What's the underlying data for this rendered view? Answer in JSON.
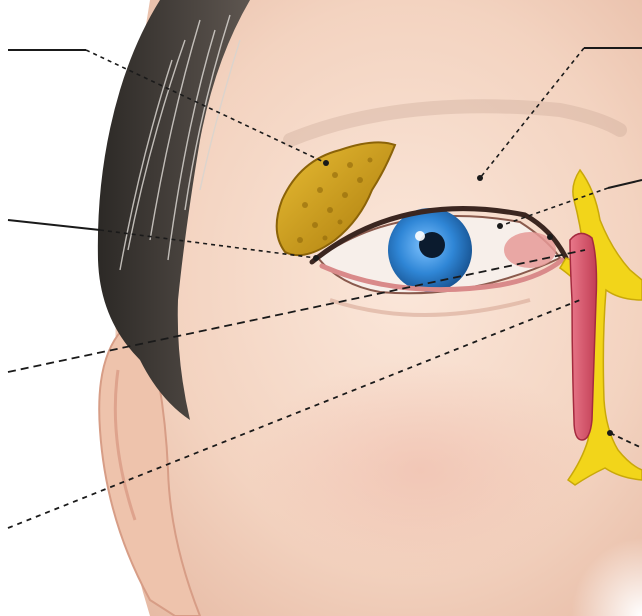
{
  "figure": {
    "subject": "face-lacrimal-apparatus",
    "colors": {
      "background": "#ffffff",
      "skin": "#f4d9c8",
      "hair": "#3a3632",
      "gland": "#d4a017",
      "iris": "#2f86d6",
      "duct": "#f2d51a",
      "sac": "#d9546a",
      "leader_line": "#1a1a1a"
    },
    "label_lines": [
      {
        "id": "lacrimal-gland",
        "style": "solid-then-dashed"
      },
      {
        "id": "upper-eyelid",
        "style": "solid-then-dashed"
      },
      {
        "id": "conjunctiva",
        "style": "solid-then-dashed"
      },
      {
        "id": "lacrimal-puncta",
        "style": "solid-then-dashed"
      },
      {
        "id": "lower-eyelid",
        "style": "dashed"
      },
      {
        "id": "lacrimal-sac",
        "style": "dashed"
      },
      {
        "id": "nasolacrimal-duct",
        "style": "solid-then-dashed"
      }
    ]
  }
}
